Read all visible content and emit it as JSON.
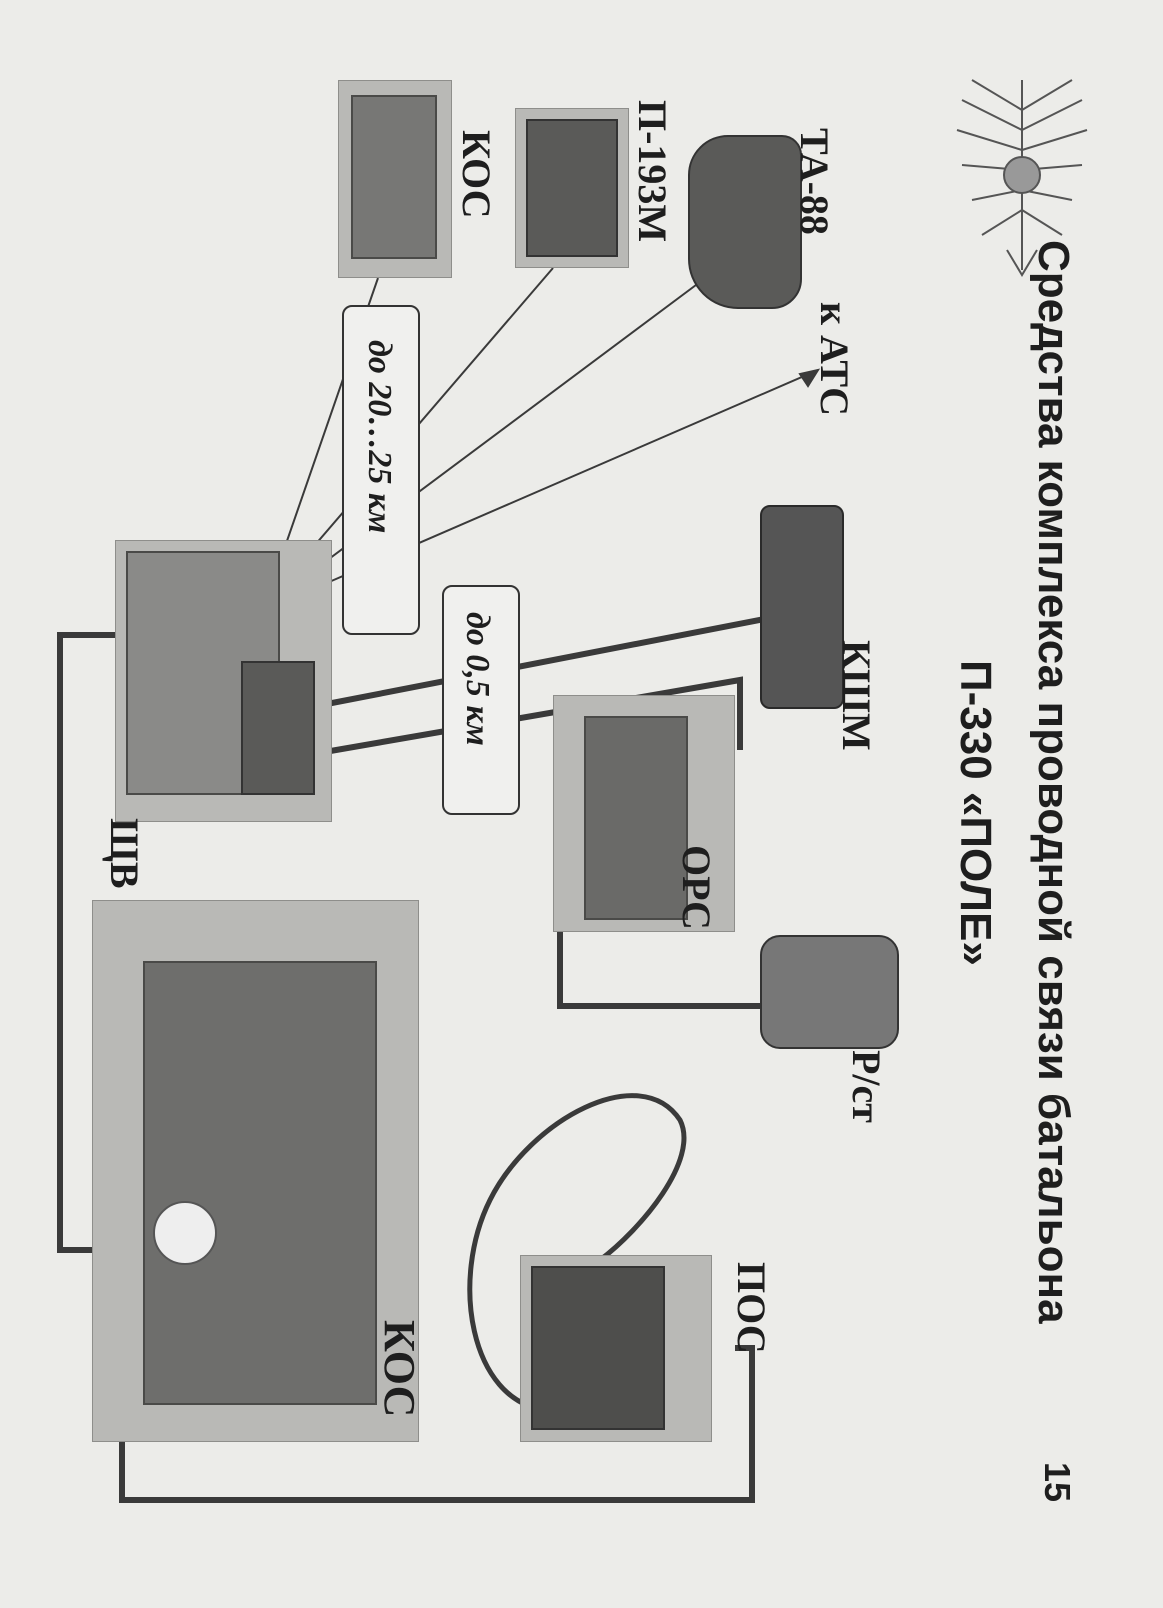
{
  "header": {
    "title_line1": "Средства комплекса проводной связи батальона",
    "title_line2": "П-330 «ПОЛЕ»",
    "page_number": "15"
  },
  "devices": {
    "kos_small": "КОС",
    "p193m": "П-193М",
    "ta88": "ТА-88",
    "to_ats": "к АТС",
    "kshm": "КШМ",
    "orc": "ОРС",
    "radio": "Р/ст",
    "shchv": "ЩВ",
    "kos_large": "КОС",
    "pos": "ПОС"
  },
  "distances": {
    "long_range": "до 20…25 км",
    "short_range": "до 0,5 км"
  },
  "colors": {
    "ink": "#1e1e1e",
    "wire": "#3a3a3a",
    "paper": "#ecece9"
  },
  "icons": {
    "emblem": "signal-troops-emblem-icon"
  }
}
